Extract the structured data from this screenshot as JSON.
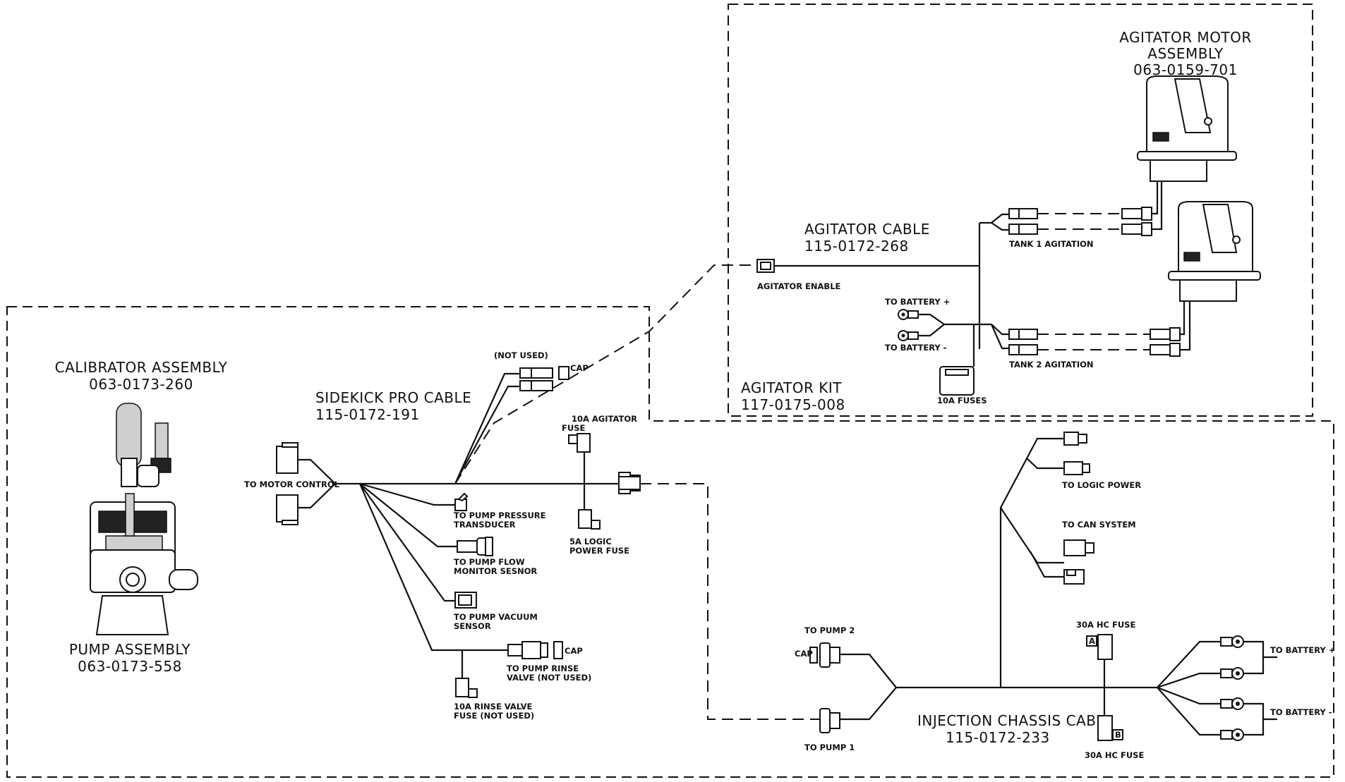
{
  "kits": {
    "agitator_kit": {
      "name": "AGITATOR KIT",
      "part": "117-0175-008"
    }
  },
  "assemblies": {
    "calibrator": {
      "name": "CALIBRATOR ASSEMBLY",
      "part": "063-0173-260"
    },
    "pump": {
      "name": "PUMP ASSEMBLY",
      "part": "063-0173-558"
    },
    "agitator_motor": {
      "name_line1": "AGITATOR MOTOR",
      "name_line2": "ASSEMBLY",
      "part": "063-0159-701"
    }
  },
  "cables": {
    "sidekick": {
      "name": "SIDEKICK PRO CABLE",
      "part": "115-0172-191"
    },
    "agitator": {
      "name": "AGITATOR CABLE",
      "part": "115-0172-268"
    },
    "injection": {
      "name": "INJECTION CHASSIS CABLE",
      "part": "115-0172-233"
    }
  },
  "labels": {
    "to_motor_control": "TO MOTOR CONTROL",
    "not_used": "(NOT USED)",
    "cap": "CAP",
    "fuse_10a_agitator_1": "10A AGITATOR",
    "fuse_10a_agitator_2": "FUSE",
    "fuse_5a_logic_1": "5A LOGIC",
    "fuse_5a_logic_2": "POWER FUSE",
    "pressure_1": "TO PUMP PRESSURE",
    "pressure_2": "TRANSDUCER",
    "flow_1": "TO PUMP FLOW",
    "flow_2": "MONITOR SESNOR",
    "vacuum_1": "TO PUMP VACUUM",
    "vacuum_2": "SENSOR",
    "rinse_1": "TO PUMP RINSE",
    "rinse_2": "VALVE (NOT USED)",
    "rinse_fuse_1": "10A RINSE VALVE",
    "rinse_fuse_2": "FUSE (NOT USED)",
    "agitator_enable": "AGITATOR ENABLE",
    "to_battery_plus": "TO BATTERY +",
    "to_battery_minus": "TO BATTERY -",
    "fuses_10a": "10A FUSES",
    "tank1": "TANK 1 AGITATION",
    "tank2": "TANK 2 AGITATION",
    "to_logic_power": "TO LOGIC POWER",
    "to_can_system": "TO CAN SYSTEM",
    "to_pump_2": "TO PUMP 2",
    "to_pump_1": "TO PUMP 1",
    "hc_fuse_30a": "30A HC FUSE",
    "fuse_letter_a": "A",
    "fuse_letter_b": "B"
  }
}
